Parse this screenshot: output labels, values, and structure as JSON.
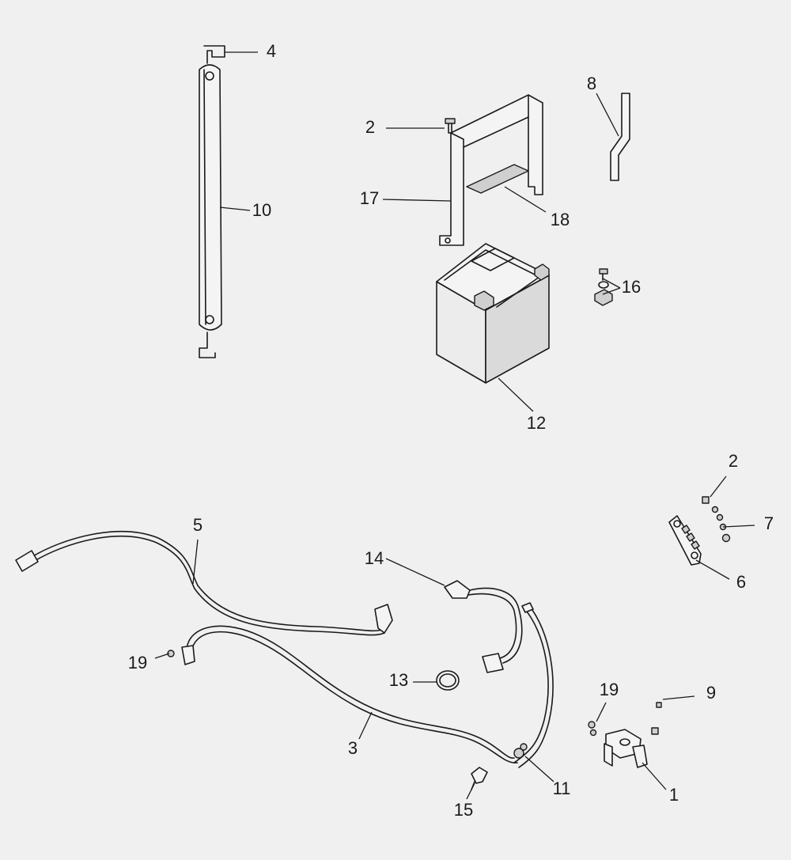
{
  "callouts": {
    "c1": "1",
    "c2a": "2",
    "c2b": "2",
    "c3": "3",
    "c4": "4",
    "c5": "5",
    "c6": "6",
    "c7": "7",
    "c8": "8",
    "c9": "9",
    "c10": "10",
    "c11": "11",
    "c12": "12",
    "c13": "13",
    "c14": "14",
    "c15": "15",
    "c16": "16",
    "c17": "17",
    "c18": "18",
    "c19a": "19",
    "c19b": "19"
  }
}
